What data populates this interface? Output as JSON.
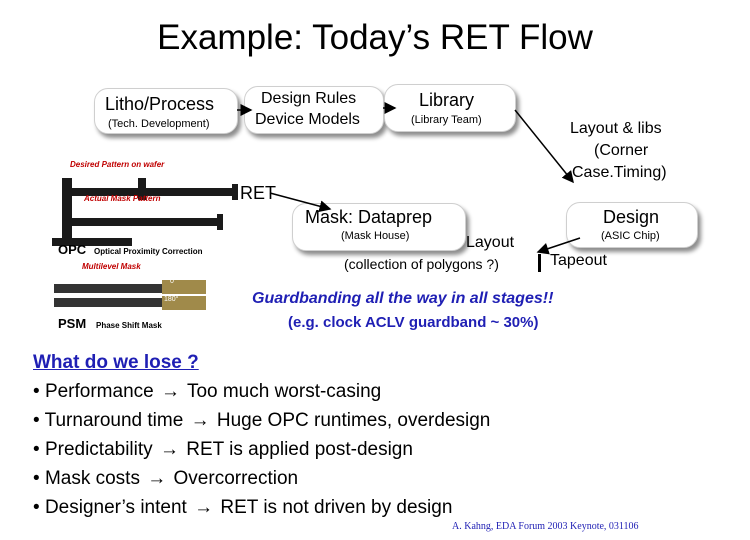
{
  "title": "Example:  Today’s RET Flow",
  "boxes": {
    "litho": {
      "title": "Litho/Process",
      "sub": "(Tech. Development)"
    },
    "rules": {
      "line1": "Design Rules",
      "line2": "Device Models"
    },
    "library": {
      "title": "Library",
      "sub": "(Library Team)"
    },
    "mask": {
      "title": "Mask: Dataprep",
      "sub": "(Mask House)"
    },
    "design": {
      "title": "Design",
      "sub": "(ASIC Chip)"
    }
  },
  "labels": {
    "layout_libs": [
      "Layout & libs",
      "(Corner",
      "Case.Timing)"
    ],
    "ret": "RET",
    "layout": "Layout",
    "polygons": "(collection of  polygons ?)",
    "tapeout": "Tapeout"
  },
  "figure": {
    "desired": "Desired Pattern on wafer",
    "actual": "Actual Mask Pattern",
    "opc": "OPC",
    "opc_full": "Optical Proximity Correction",
    "multilevel": "Multilevel  Mask",
    "deg0": "0°",
    "deg180": "180°",
    "psm": "PSM",
    "psm_full": "Phase Shift Mask"
  },
  "guard": {
    "line1": "Guardbanding all the way in all stages!!",
    "line2": "(e.g. clock ACLV guardband ~ 30%)"
  },
  "lose": {
    "heading": "What do we lose ?",
    "bullets": [
      {
        "a": "Performance",
        "b": "Too much worst-casing"
      },
      {
        "a": "Turnaround time",
        "b": "Huge OPC runtimes, overdesign"
      },
      {
        "a": "Predictability",
        "b": "RET is applied post-design"
      },
      {
        "a": "Mask costs",
        "b": "Overcorrection"
      },
      {
        "a": "Designer’s intent",
        "b": "RET is not driven by design"
      }
    ]
  },
  "credit": "A. Kahng, EDA Forum 2003 Keynote, 031106",
  "colors": {
    "accent": "#1f1fb4",
    "mask_red": "#c00000"
  }
}
